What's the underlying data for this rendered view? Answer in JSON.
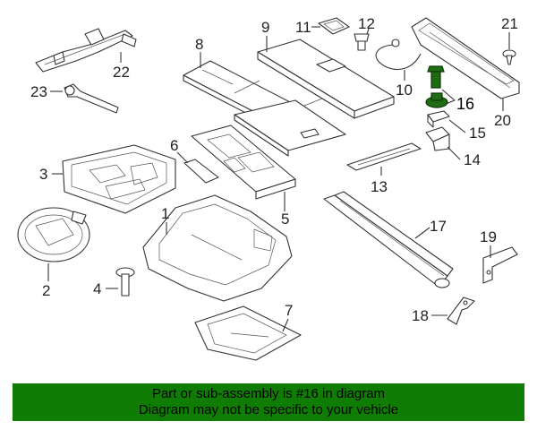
{
  "diagram": {
    "callouts": {
      "c1": "1",
      "c2": "2",
      "c3": "3",
      "c4": "4",
      "c5": "5",
      "c6": "6",
      "c7": "7",
      "c8": "8",
      "c9": "9",
      "c10": "10",
      "c11": "11",
      "c12": "12",
      "c13": "13",
      "c14": "14",
      "c15": "15",
      "c16": "16",
      "c17": "17",
      "c18": "18",
      "c19": "19",
      "c20": "20",
      "c21": "21",
      "c22": "22",
      "c23": "23"
    },
    "highlight_color": "#1f6b12"
  },
  "banner": {
    "line1": "Part or sub-assembly is #16 in diagram",
    "line2": "Diagram may not be specific to your vehicle",
    "background_color": "#0f7d04"
  }
}
